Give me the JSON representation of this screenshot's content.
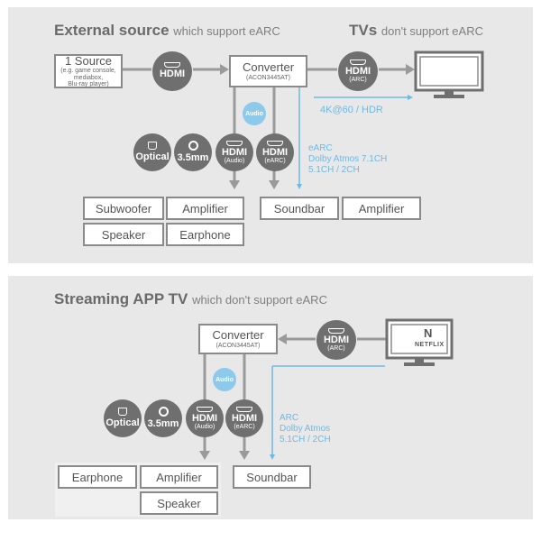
{
  "section1": {
    "title_bold": "External source",
    "title_rest": "which support eARC",
    "title_right_bold": "TVs",
    "title_right_rest": "don't support eARC",
    "source": {
      "label": "1 Source",
      "sub1": "(e.g. game console,",
      "sub2": "mediabox,",
      "sub3": "Blu-ray player)"
    },
    "hdmi_in": "HDMI",
    "converter": {
      "label": "Converter",
      "model": "(ACON3445AT)"
    },
    "hdmi_arc": {
      "label": "HDMI",
      "sub": "(ARC)"
    },
    "audio_badge": "Audio",
    "resolution": "4K@60 / HDR",
    "ports": [
      {
        "label": "Optical",
        "icon": "optical-icon"
      },
      {
        "label": "3.5mm",
        "icon": "jack-icon"
      },
      {
        "label": "HDMI",
        "sub": "(Audio)",
        "icon": "hdmi-icon"
      },
      {
        "label": "HDMI",
        "sub": "(eARC)",
        "icon": "hdmi-icon"
      }
    ],
    "earc_text": [
      "eARC",
      "Dolby Atmos 7.1CH",
      "5.1CH / 2CH"
    ],
    "outputs_left": [
      "Subwoofer",
      "Amplifier",
      "Speaker",
      "Earphone"
    ],
    "outputs_right": [
      "Soundbar",
      "Amplifier"
    ]
  },
  "section2": {
    "title_bold": "Streaming APP TV",
    "title_rest": "which don't support eARC",
    "converter": {
      "label": "Converter",
      "model": "(ACON3445AT)"
    },
    "hdmi_arc": {
      "label": "HDMI",
      "sub": "(ARC)"
    },
    "tv_logo": "NETFLIX",
    "audio_badge": "Audio",
    "ports": [
      {
        "label": "Optical",
        "icon": "optical-icon"
      },
      {
        "label": "3.5mm",
        "icon": "jack-icon"
      },
      {
        "label": "HDMI",
        "sub": "(Audio)",
        "icon": "hdmi-icon"
      },
      {
        "label": "HDMI",
        "sub": "(eARC)",
        "icon": "hdmi-icon"
      }
    ],
    "arc_text": [
      "ARC",
      "Dolby Atmos",
      "5.1CH / 2CH"
    ],
    "outputs_left": [
      "Earphone",
      "Amplifier",
      "Speaker"
    ],
    "outputs_right": [
      "Soundbar"
    ]
  },
  "colors": {
    "panel": "#e8e8e8",
    "circle": "#6f6f6f",
    "arrow": "#9a9a9a",
    "blue": "#6fb9e6"
  }
}
